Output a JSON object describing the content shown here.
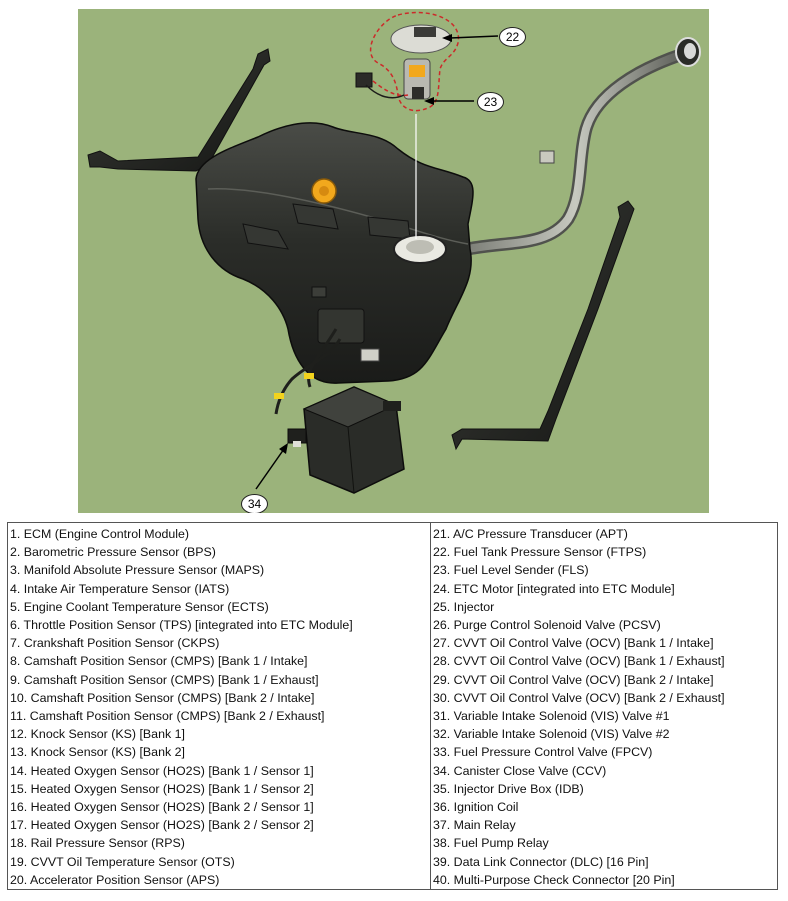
{
  "diagram": {
    "callouts": [
      {
        "id": "callout-22",
        "label": "22"
      },
      {
        "id": "callout-23",
        "label": "23"
      },
      {
        "id": "callout-34",
        "label": "34"
      }
    ],
    "colors": {
      "background": "#9bb37b",
      "tank": "#2d2f2b",
      "highlight": "#f2a81d",
      "dashed_outline": "#cc2a2a"
    }
  },
  "legend": {
    "left_column": [
      "1. ECM (Engine Control Module)",
      "2. Barometric Pressure Sensor (BPS)",
      "3. Manifold Absolute Pressure Sensor (MAPS)",
      "4. Intake Air Temperature Sensor (IATS)",
      "5. Engine Coolant Temperature Sensor (ECTS)",
      "6. Throttle Position Sensor (TPS) [integrated into ETC Module]",
      "7. Crankshaft Position Sensor (CKPS)",
      "8. Camshaft Position Sensor (CMPS) [Bank 1 / Intake]",
      "9. Camshaft Position Sensor (CMPS) [Bank 1 / Exhaust]",
      "10. Camshaft Position Sensor (CMPS) [Bank 2 / Intake]",
      "11. Camshaft Position Sensor (CMPS) [Bank 2 / Exhaust]",
      "12. Knock Sensor (KS) [Bank 1]",
      "13. Knock Sensor (KS) [Bank 2]",
      "14. Heated Oxygen Sensor (HO2S) [Bank 1 / Sensor 1]",
      "15. Heated Oxygen Sensor (HO2S) [Bank 1 / Sensor 2]",
      "16. Heated Oxygen Sensor (HO2S) [Bank 2 / Sensor 1]",
      "17. Heated Oxygen Sensor (HO2S) [Bank 2 / Sensor 2]",
      "18. Rail Pressure Sensor (RPS)",
      "19. CVVT Oil Temperature Sensor (OTS)",
      "20. Accelerator Position Sensor (APS)"
    ],
    "right_column": [
      "21. A/C Pressure Transducer (APT)",
      "22. Fuel Tank Pressure Sensor (FTPS)",
      "23. Fuel Level Sender (FLS)",
      "24. ETC Motor [integrated into ETC Module]",
      "25. Injector",
      "26. Purge Control Solenoid Valve (PCSV)",
      "27. CVVT Oil Control Valve (OCV) [Bank 1 / Intake]",
      "28. CVVT Oil Control Valve (OCV) [Bank 1 / Exhaust]",
      "29. CVVT Oil Control Valve (OCV) [Bank 2 / Intake]",
      "30. CVVT Oil Control Valve (OCV) [Bank 2 / Exhaust]",
      "31. Variable Intake Solenoid (VIS) Valve #1",
      "32. Variable Intake Solenoid (VIS) Valve #2",
      "33. Fuel Pressure Control Valve (FPCV)",
      "34. Canister Close Valve (CCV)",
      "35. Injector Drive Box (IDB)",
      "36. Ignition Coil",
      "37. Main Relay",
      "38. Fuel Pump Relay",
      "39. Data Link Connector (DLC) [16 Pin]",
      "40. Multi-Purpose Check Connector [20 Pin]"
    ]
  }
}
